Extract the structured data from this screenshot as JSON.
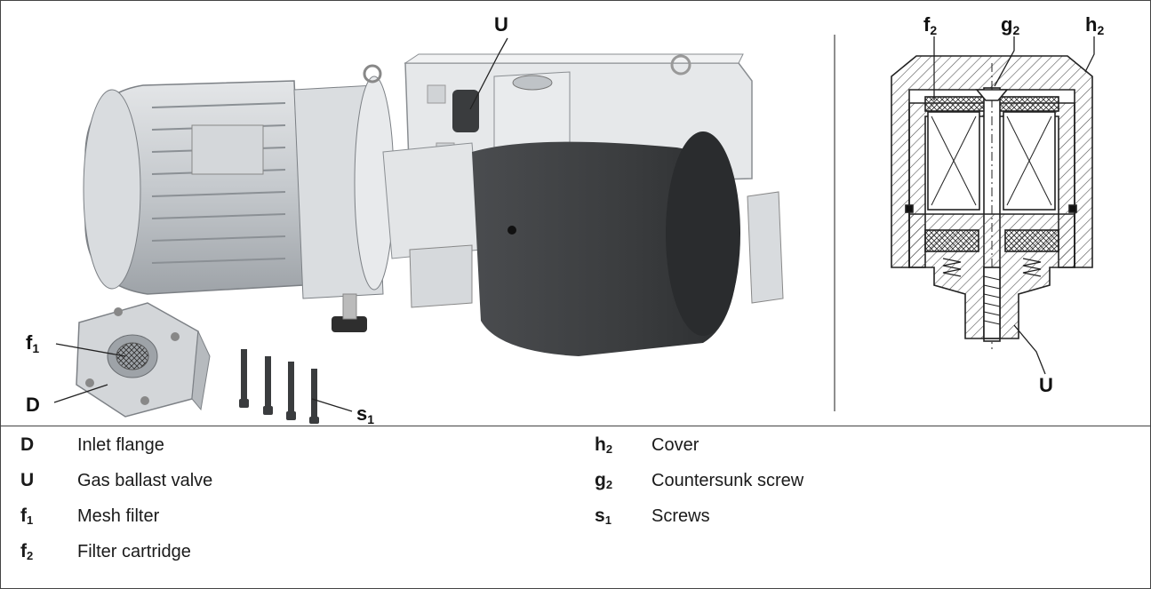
{
  "figure": {
    "labels": {
      "U_top": {
        "base": "U",
        "sub": ""
      },
      "U_section": {
        "base": "U",
        "sub": ""
      },
      "D": {
        "base": "D",
        "sub": ""
      },
      "f1": {
        "base": "f",
        "sub": "1"
      },
      "s1": {
        "base": "s",
        "sub": "1"
      },
      "f2": {
        "base": "f",
        "sub": "2"
      },
      "g2": {
        "base": "g",
        "sub": "2"
      },
      "h2": {
        "base": "h",
        "sub": "2"
      }
    }
  },
  "legend": {
    "left": [
      {
        "key": "D",
        "sub": "",
        "text": "Inlet flange"
      },
      {
        "key": "U",
        "sub": "",
        "text": "Gas ballast valve"
      },
      {
        "key": "f",
        "sub": "1",
        "text": "Mesh filter"
      },
      {
        "key": "f",
        "sub": "2",
        "text": "Filter cartridge"
      }
    ],
    "right": [
      {
        "key": "h",
        "sub": "2",
        "text": "Cover"
      },
      {
        "key": "g",
        "sub": "2",
        "text": "Countersunk screw"
      },
      {
        "key": "s",
        "sub": "1",
        "text": "Screws"
      }
    ]
  },
  "colors": {
    "motor_body": "#c8ccd0",
    "pump_housing": "#e2e4e6",
    "dark_cover": "#3a3c3e",
    "hatch": "#555555"
  }
}
